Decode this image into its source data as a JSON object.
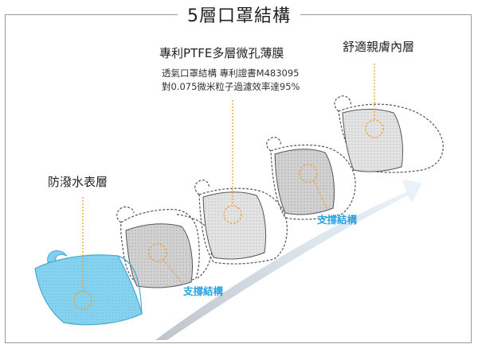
{
  "title": "5層口罩結構",
  "layers": {
    "waterproof": "防潑水表層",
    "ptfe": "專利PTFE多層微孔薄膜",
    "comfort": "舒適親膚內層",
    "support1": "支撐結構",
    "support2": "支撐結構"
  },
  "ptfe_notes": {
    "line1": "透氣口罩結構 專利證書M483095",
    "line2": "對0.075微米粒子過濾效率達95%"
  },
  "colors": {
    "accent_orange": "#f0a030",
    "support_blue": "#2aa3df",
    "outer_mask_blue": "#7fd0ef"
  }
}
